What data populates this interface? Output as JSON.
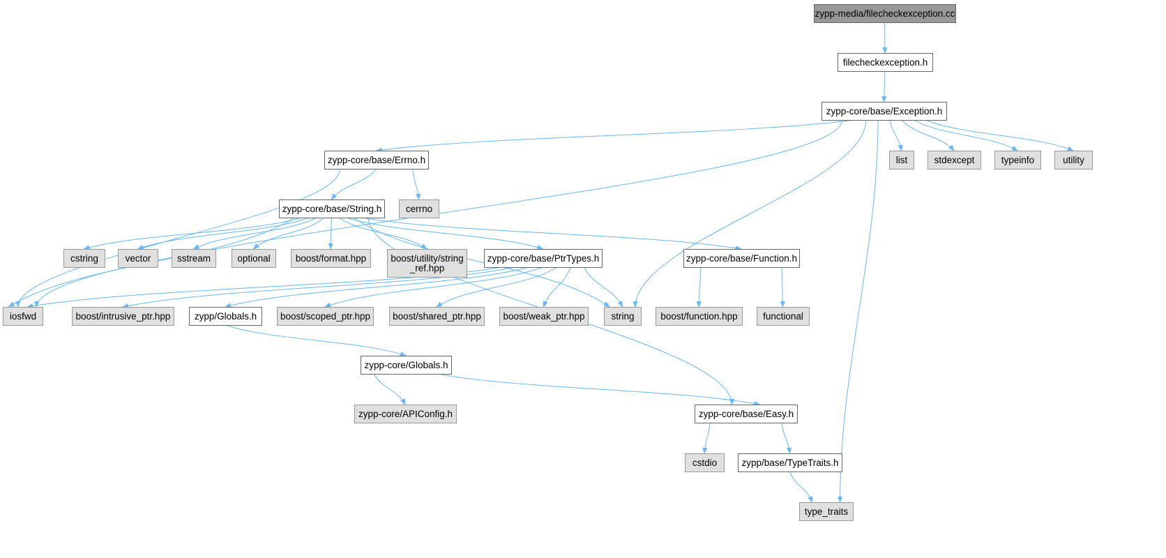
{
  "colors": {
    "root_fill": "#999999",
    "documented_fill": "#ffffff",
    "external_fill": "#e0e0e0",
    "edge": "#63b8ff"
  },
  "nodes": [
    {
      "id": "n0",
      "lines": [
        "zypp-media/filecheckexception.cc"
      ],
      "kind": "root"
    },
    {
      "id": "n1",
      "lines": [
        "filecheckexception.h"
      ],
      "kind": "documented"
    },
    {
      "id": "n2",
      "lines": [
        "zypp-core/base/Exception.h"
      ],
      "kind": "documented"
    },
    {
      "id": "n3",
      "lines": [
        "zypp-core/base/Errno.h"
      ],
      "kind": "documented"
    },
    {
      "id": "n4",
      "lines": [
        "list"
      ],
      "kind": "external"
    },
    {
      "id": "n5",
      "lines": [
        "stdexcept"
      ],
      "kind": "external"
    },
    {
      "id": "n6",
      "lines": [
        "typeinfo"
      ],
      "kind": "external"
    },
    {
      "id": "n7",
      "lines": [
        "utility"
      ],
      "kind": "external"
    },
    {
      "id": "n8",
      "lines": [
        "zypp-core/base/String.h"
      ],
      "kind": "documented"
    },
    {
      "id": "n9",
      "lines": [
        "cerrno"
      ],
      "kind": "external"
    },
    {
      "id": "n10",
      "lines": [
        "cstring"
      ],
      "kind": "external"
    },
    {
      "id": "n11",
      "lines": [
        "vector"
      ],
      "kind": "external"
    },
    {
      "id": "n12",
      "lines": [
        "sstream"
      ],
      "kind": "external"
    },
    {
      "id": "n13",
      "lines": [
        "optional"
      ],
      "kind": "external"
    },
    {
      "id": "n14",
      "lines": [
        "boost/format.hpp"
      ],
      "kind": "external"
    },
    {
      "id": "n15",
      "lines": [
        "boost/utility/string",
        "_ref.hpp"
      ],
      "kind": "external"
    },
    {
      "id": "n16",
      "lines": [
        "zypp-core/base/PtrTypes.h"
      ],
      "kind": "documented"
    },
    {
      "id": "n17",
      "lines": [
        "zypp-core/base/Function.h"
      ],
      "kind": "documented"
    },
    {
      "id": "n18",
      "lines": [
        "iosfwd"
      ],
      "kind": "external"
    },
    {
      "id": "n19",
      "lines": [
        "boost/intrusive_ptr.hpp"
      ],
      "kind": "external"
    },
    {
      "id": "n20",
      "lines": [
        "zypp/Globals.h"
      ],
      "kind": "documented"
    },
    {
      "id": "n21",
      "lines": [
        "boost/scoped_ptr.hpp"
      ],
      "kind": "external"
    },
    {
      "id": "n22",
      "lines": [
        "boost/shared_ptr.hpp"
      ],
      "kind": "external"
    },
    {
      "id": "n23",
      "lines": [
        "boost/weak_ptr.hpp"
      ],
      "kind": "external"
    },
    {
      "id": "n24",
      "lines": [
        "string"
      ],
      "kind": "external"
    },
    {
      "id": "n25",
      "lines": [
        "boost/function.hpp"
      ],
      "kind": "external"
    },
    {
      "id": "n26",
      "lines": [
        "functional"
      ],
      "kind": "external"
    },
    {
      "id": "n27",
      "lines": [
        "zypp-core/Globals.h"
      ],
      "kind": "documented"
    },
    {
      "id": "n28",
      "lines": [
        "zypp-core/APIConfig.h"
      ],
      "kind": "external"
    },
    {
      "id": "n29",
      "lines": [
        "zypp-core/base/Easy.h"
      ],
      "kind": "documented"
    },
    {
      "id": "n30",
      "lines": [
        "cstdio"
      ],
      "kind": "external"
    },
    {
      "id": "n31",
      "lines": [
        "zypp/base/TypeTraits.h"
      ],
      "kind": "documented"
    },
    {
      "id": "n32",
      "lines": [
        "type_traits"
      ],
      "kind": "external"
    }
  ],
  "edges": [
    {
      "from": "n0",
      "to": "n1"
    },
    {
      "from": "n1",
      "to": "n2"
    },
    {
      "from": "n2",
      "to": "n18"
    },
    {
      "from": "n2",
      "to": "n3"
    },
    {
      "from": "n2",
      "to": "n24"
    },
    {
      "from": "n2",
      "to": "n4"
    },
    {
      "from": "n2",
      "to": "n5"
    },
    {
      "from": "n2",
      "to": "n6"
    },
    {
      "from": "n2",
      "to": "n7"
    },
    {
      "from": "n2",
      "to": "n32"
    },
    {
      "from": "n3",
      "to": "n18"
    },
    {
      "from": "n3",
      "to": "n8"
    },
    {
      "from": "n3",
      "to": "n9"
    },
    {
      "from": "n8",
      "to": "n18"
    },
    {
      "from": "n8",
      "to": "n10"
    },
    {
      "from": "n8",
      "to": "n11"
    },
    {
      "from": "n8",
      "to": "n12"
    },
    {
      "from": "n8",
      "to": "n13"
    },
    {
      "from": "n8",
      "to": "n14"
    },
    {
      "from": "n8",
      "to": "n15"
    },
    {
      "from": "n8",
      "to": "n16"
    },
    {
      "from": "n8",
      "to": "n24"
    },
    {
      "from": "n8",
      "to": "n17"
    },
    {
      "from": "n8",
      "to": "n29"
    },
    {
      "from": "n16",
      "to": "n18"
    },
    {
      "from": "n16",
      "to": "n19"
    },
    {
      "from": "n16",
      "to": "n20"
    },
    {
      "from": "n16",
      "to": "n21"
    },
    {
      "from": "n16",
      "to": "n22"
    },
    {
      "from": "n16",
      "to": "n23"
    },
    {
      "from": "n16",
      "to": "n24"
    },
    {
      "from": "n17",
      "to": "n25"
    },
    {
      "from": "n17",
      "to": "n26"
    },
    {
      "from": "n20",
      "to": "n27"
    },
    {
      "from": "n27",
      "to": "n28"
    },
    {
      "from": "n27",
      "to": "n29"
    },
    {
      "from": "n29",
      "to": "n30"
    },
    {
      "from": "n29",
      "to": "n31"
    },
    {
      "from": "n31",
      "to": "n32"
    }
  ]
}
